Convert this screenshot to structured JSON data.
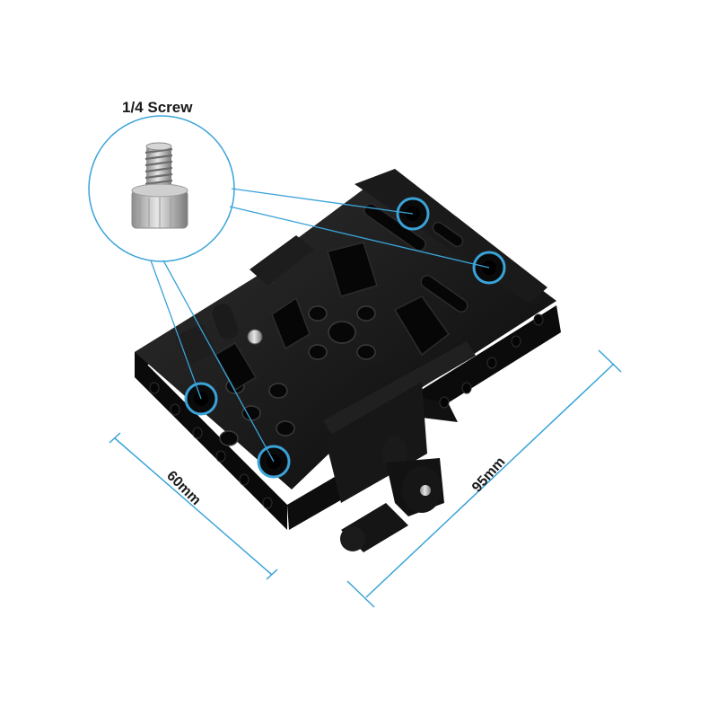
{
  "labels": {
    "screw": "1/4 Screw",
    "width_dimension": "60mm",
    "length_dimension": "95mm"
  },
  "colors": {
    "background": "#ffffff",
    "plate": "#151515",
    "plate_highlight": "#2b2b2b",
    "callout_line": "#3aa3d8",
    "dimension_line": "#3aa3d8",
    "screw_metal": "#b9b9b9"
  },
  "icons": {
    "product": "camera-cage-clamp-plate",
    "detail": "quarter-inch-screw"
  }
}
